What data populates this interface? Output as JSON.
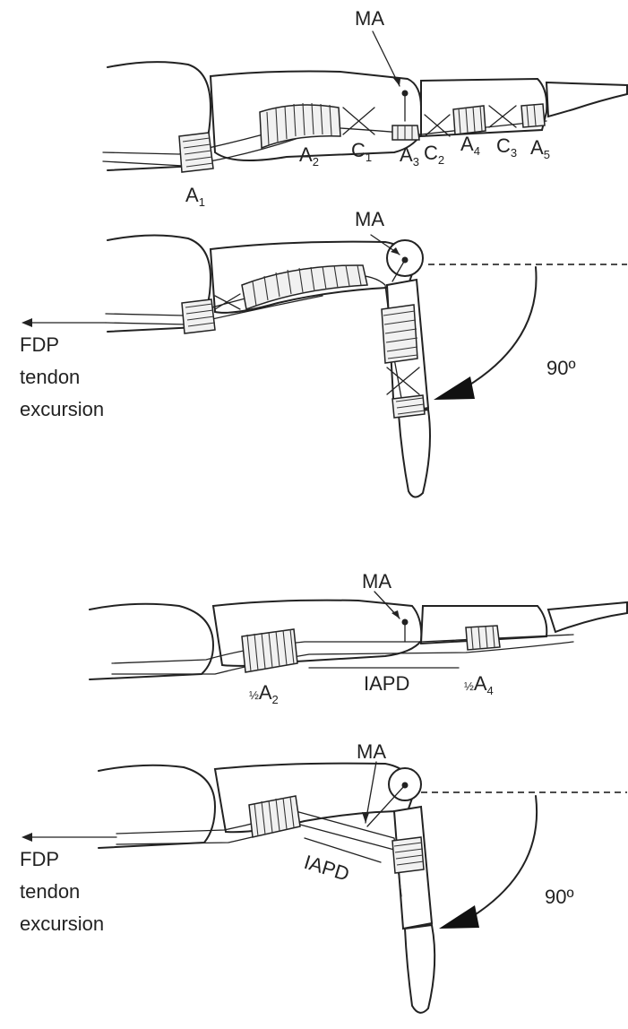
{
  "labels": {
    "moment_arm": "MA",
    "a1": "A",
    "a1_sub": "1",
    "a2": "A",
    "a2_sub": "2",
    "c1": "C",
    "c1_sub": "1",
    "a3": "A",
    "a3_sub": "3",
    "c2": "C",
    "c2_sub": "2",
    "a4": "A",
    "a4_sub": "4",
    "c3": "C",
    "c3_sub": "3",
    "a5": "A",
    "a5_sub": "5",
    "half_prefix": "½",
    "iapd": "IAPD",
    "fdp": "FDP",
    "tendon": "tendon",
    "excursion": "excursion",
    "angle": "90º"
  }
}
